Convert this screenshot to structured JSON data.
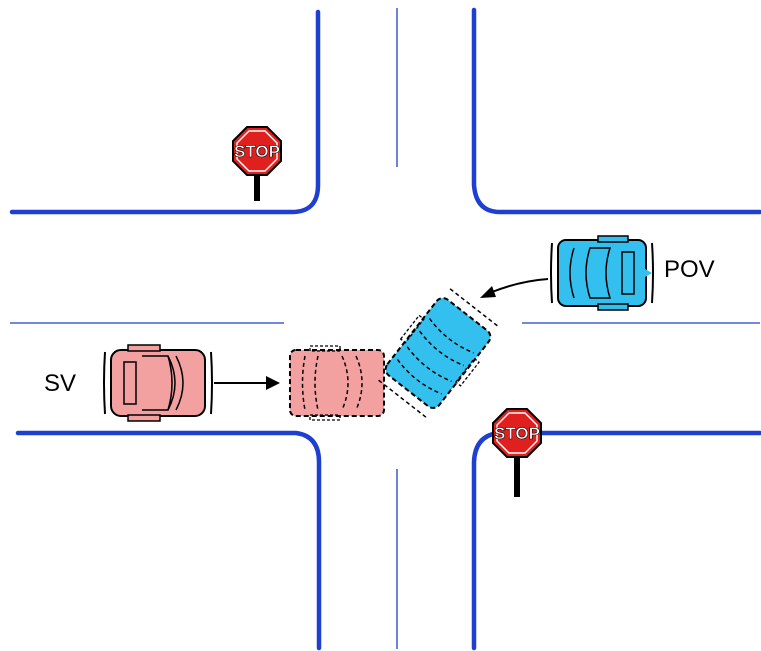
{
  "labels": {
    "subject_vehicle": "SV",
    "other_vehicle": "POV"
  },
  "signs": {
    "stop_text": "STOP"
  },
  "colors": {
    "curb": "#1f3fd0",
    "lane_line": "#1f3fd0",
    "sv_fill": "#f3a0a0",
    "pov_fill": "#33c0ee",
    "sign_red": "#e01f1f",
    "outline": "#000000"
  },
  "icons": [
    "stop-sign-icon",
    "car-icon",
    "arrow-icon"
  ]
}
